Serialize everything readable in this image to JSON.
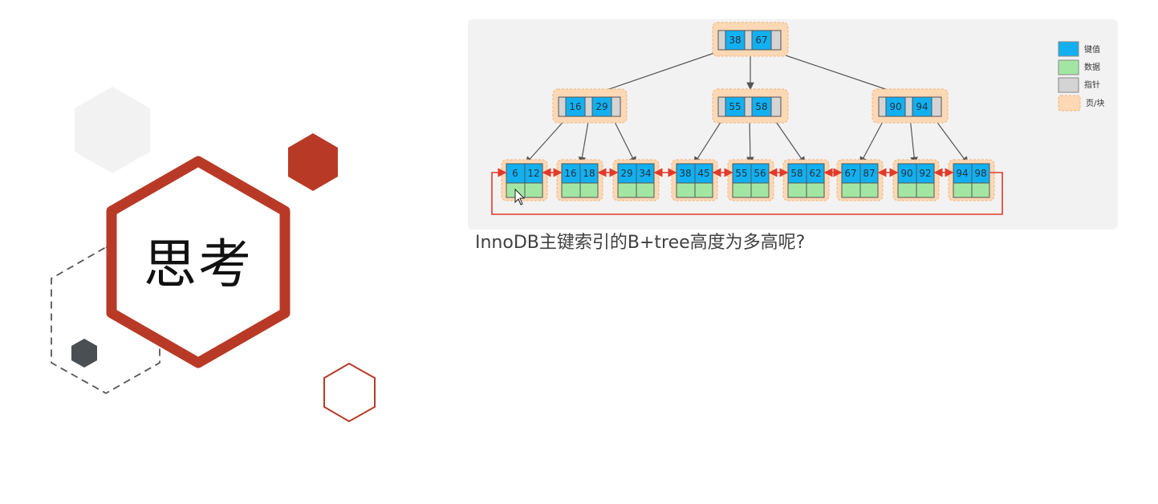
{
  "title_label": "思考",
  "question": "InnoDB主键索引的B+tree高度为多高呢?",
  "colors": {
    "accent_red": "#b83a26",
    "key_blue": "#12b0f0",
    "data_green": "#a3e6a3",
    "pointer_gray": "#d4d4d4",
    "page_orange": "#fdd8b5",
    "link_red": "#e23a2a",
    "dark_hex": "#4a4f54"
  },
  "legend": [
    {
      "label": "键值",
      "color": "#12b0f0",
      "icon": "key-swatch"
    },
    {
      "label": "数据",
      "color": "#a3e6a3",
      "icon": "data-swatch"
    },
    {
      "label": "指针",
      "color": "#d4d4d4",
      "icon": "pointer-swatch"
    },
    {
      "label": "页/块",
      "color": "#fdd8b5",
      "icon": "page-swatch"
    }
  ],
  "tree": {
    "root": [
      "38",
      "67"
    ],
    "internal": [
      [
        "16",
        "29"
      ],
      [
        "55",
        "58"
      ],
      [
        "90",
        "94"
      ]
    ],
    "leaves": [
      [
        "6",
        "12"
      ],
      [
        "16",
        "18"
      ],
      [
        "29",
        "34"
      ],
      [
        "38",
        "45"
      ],
      [
        "55",
        "56"
      ],
      [
        "58",
        "62"
      ],
      [
        "67",
        "87"
      ],
      [
        "90",
        "92"
      ],
      [
        "94",
        "98"
      ]
    ]
  }
}
